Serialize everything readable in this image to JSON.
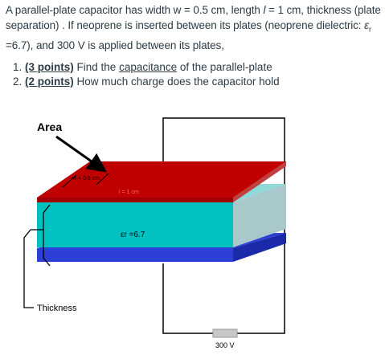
{
  "problem": {
    "intro_part1": "A parallel-plate capacitor has width w = 0.5 cm, length ",
    "l_symbol": "l",
    "intro_part2": " = 1 cm, thickness (plate separation) . If neoprene is inserted between its plates (neoprene dielectric: ",
    "eps_symbol": "ε",
    "eps_sub": "r",
    "intro_part3": " =6.7), and 300 V is applied between its plates,"
  },
  "questions": [
    {
      "number": "1.",
      "points": "(3 points)",
      "text_before": " Find the ",
      "link_text": "capacitance",
      "text_after": " of the parallel-plate"
    },
    {
      "number": "2.",
      "points": "(2 points)",
      "text": " How much charge does the capacitor hold"
    }
  ],
  "figure": {
    "area_label": "Area",
    "width_label": "w = 0.5 cm",
    "length_label": "l = 1 cm",
    "dielectric_label": "εr =6.7",
    "thickness_label": "Thickness",
    "voltage_label": "300 V",
    "colors": {
      "top_plate": "#c00000",
      "dielectric": "#00c0c0",
      "bottom_plate": "#2c3fd6",
      "wire": "#000000"
    }
  }
}
